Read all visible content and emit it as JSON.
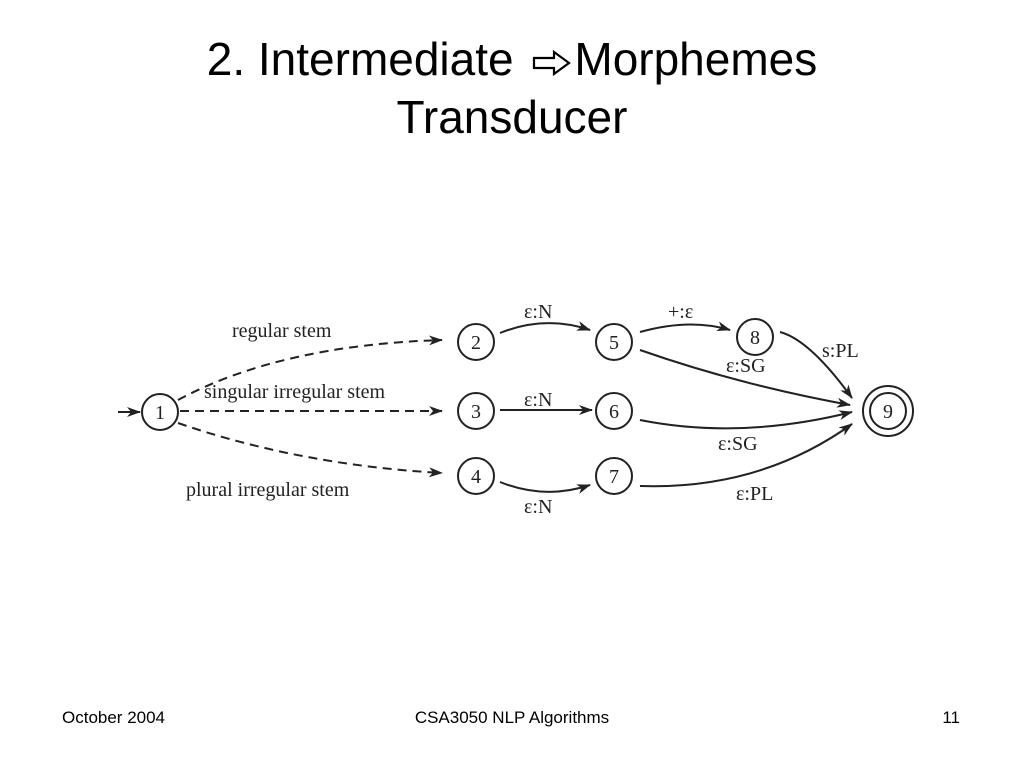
{
  "slide": {
    "title_part1": "2. Intermediate ",
    "title_part2": "Morphemes",
    "title_line2": "Transducer",
    "title_arrow_icon": "hollow-right-arrow-icon"
  },
  "diagram": {
    "states": [
      "1",
      "2",
      "3",
      "4",
      "5",
      "6",
      "7",
      "8",
      "9"
    ],
    "final_state": "9",
    "edges": {
      "e1_2": "regular stem",
      "e1_3": "singular irregular stem",
      "e1_4": "plural irregular stem",
      "e2_5": "ε:N",
      "e3_6": "ε:N",
      "e4_7": "ε:N",
      "e5_8": "+:ε",
      "e5_9": "ε:SG",
      "e6_9": "ε:SG",
      "e7_9": "ε:PL",
      "e8_9": "s:PL"
    }
  },
  "footer": {
    "date": "October 2004",
    "course": "CSA3050 NLP Algorithms",
    "page": "11"
  }
}
